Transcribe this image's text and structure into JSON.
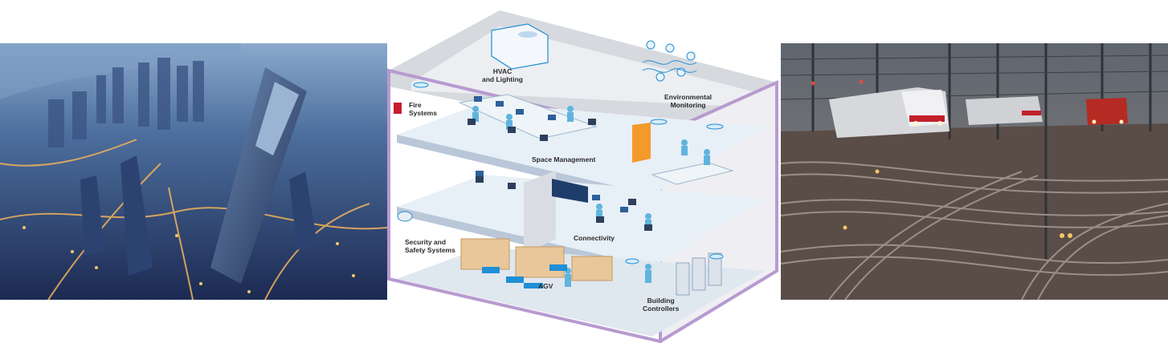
{
  "labels": {
    "hvac": "HVAC\nand Lighting",
    "fire": "Fire\nSystems",
    "environmental": "Environmental\nMonitoring",
    "space": "Space Management",
    "connectivity": "Connectivity",
    "security": "Security and\nSafety Systems",
    "agv": "AGV",
    "building": "Building\nControllers"
  },
  "colors": {
    "accent_blue": "#1f8fd6",
    "wall_purple": "#b79ad0",
    "floor": "#e7eff7",
    "shirt": "#5fb4de",
    "door_orange": "#f39a2b",
    "alarm_red": "#c81c2f"
  },
  "icons": [
    "hvac-unit-icon",
    "smoke-detector-icon",
    "fire-alarm-icon",
    "environmental-sensor-icon",
    "security-camera-icon",
    "wifi-access-point-icon",
    "agv-robot-icon"
  ]
}
